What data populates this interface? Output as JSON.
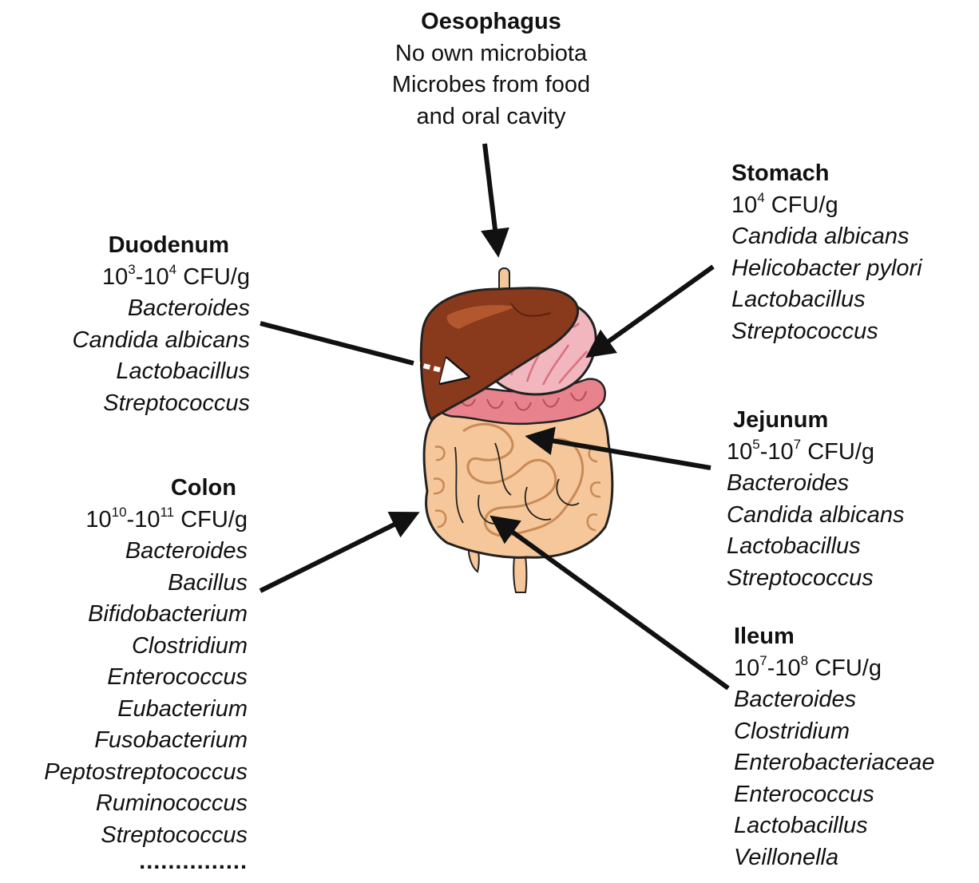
{
  "regions": {
    "oesophagus": {
      "title": "Oesophagus",
      "lines": [
        "No own microbiota",
        "Microbes from food",
        "and oral cavity"
      ]
    },
    "stomach": {
      "title": "Stomach",
      "count": {
        "a": "10",
        "a_exp": "4",
        "b": "",
        "b_exp": "",
        "unit": "CFU/g"
      },
      "organisms": [
        "Candida albicans",
        "Helicobacter pylori",
        "Lactobacillus",
        "Streptococcus"
      ]
    },
    "duodenum": {
      "title": "Duodenum",
      "count": {
        "a": "10",
        "a_exp": "3",
        "b": "10",
        "b_exp": "4",
        "unit": "CFU/g"
      },
      "organisms": [
        "Bacteroides",
        "Candida albicans",
        "Lactobacillus",
        "Streptococcus"
      ]
    },
    "jejunum": {
      "title": "Jejunum",
      "count": {
        "a": "10",
        "a_exp": "5",
        "b": "10",
        "b_exp": "7",
        "unit": "CFU/g"
      },
      "organisms": [
        "Bacteroides",
        "Candida albicans",
        "Lactobacillus",
        "Streptococcus"
      ]
    },
    "colon": {
      "title": "Colon",
      "count": {
        "a": "10",
        "a_exp": "10",
        "b": "10",
        "b_exp": "11",
        "unit": "CFU/g"
      },
      "organisms": [
        "Bacteroides",
        "Bacillus",
        "Bifidobacterium",
        "Clostridium",
        "Enterococcus",
        "Eubacterium",
        "Fusobacterium",
        "Peptostreptococcus",
        "Ruminococcus",
        "Streptococcus"
      ],
      "ellipsis": "..............."
    },
    "ileum": {
      "title": "Ileum",
      "count": {
        "a": "10",
        "a_exp": "7",
        "b": "10",
        "b_exp": "8",
        "unit": "CFU/g"
      },
      "organisms": [
        "Bacteroides",
        "Clostridium",
        "Enterobacteriaceae",
        "Enterococcus",
        "Lactobacillus",
        "Veillonella"
      ]
    }
  },
  "colors": {
    "liver": "#8a3a1c",
    "liver_highlight": "#b3582e",
    "stomach": "#f2b6be",
    "stomach_folds": "#d9707f",
    "duodenum": "#e8828c",
    "intestine": "#f6c79a",
    "intestine_line": "#c98a55",
    "arrow": "#111111"
  }
}
